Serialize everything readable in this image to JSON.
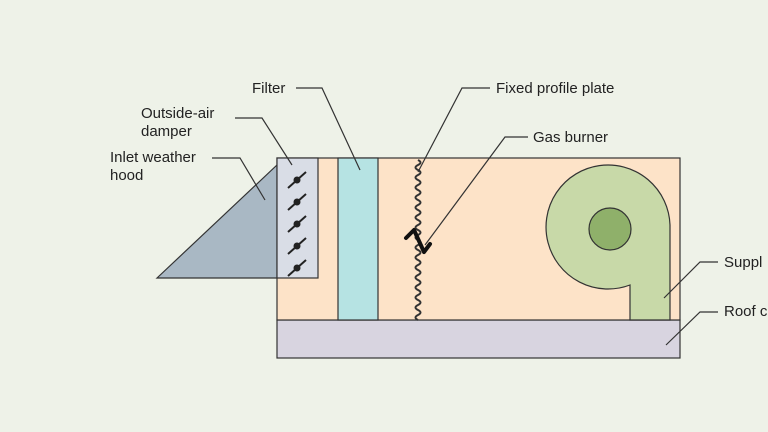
{
  "labels": {
    "filter": "Filter",
    "fixed_profile_plate": "Fixed profile plate",
    "outside_air_damper_line1": "Outside-air",
    "outside_air_damper_line2": "damper",
    "gas_burner": "Gas burner",
    "inlet_weather_hood_line1": "Inlet weather",
    "inlet_weather_hood_line2": "hood",
    "supply_partial": "Suppl",
    "roof_partial": "Roof c"
  },
  "colors": {
    "background": "#eef2e8",
    "unit_body": "#fde3c8",
    "filter": "#b6e3e3",
    "damper": "#d9dde6",
    "hood": "#a9b8c4",
    "fan_housing": "#c8d9a8",
    "fan_hub": "#8fb06a",
    "roof_curb": "#d8d4e0",
    "outline": "#333333"
  }
}
